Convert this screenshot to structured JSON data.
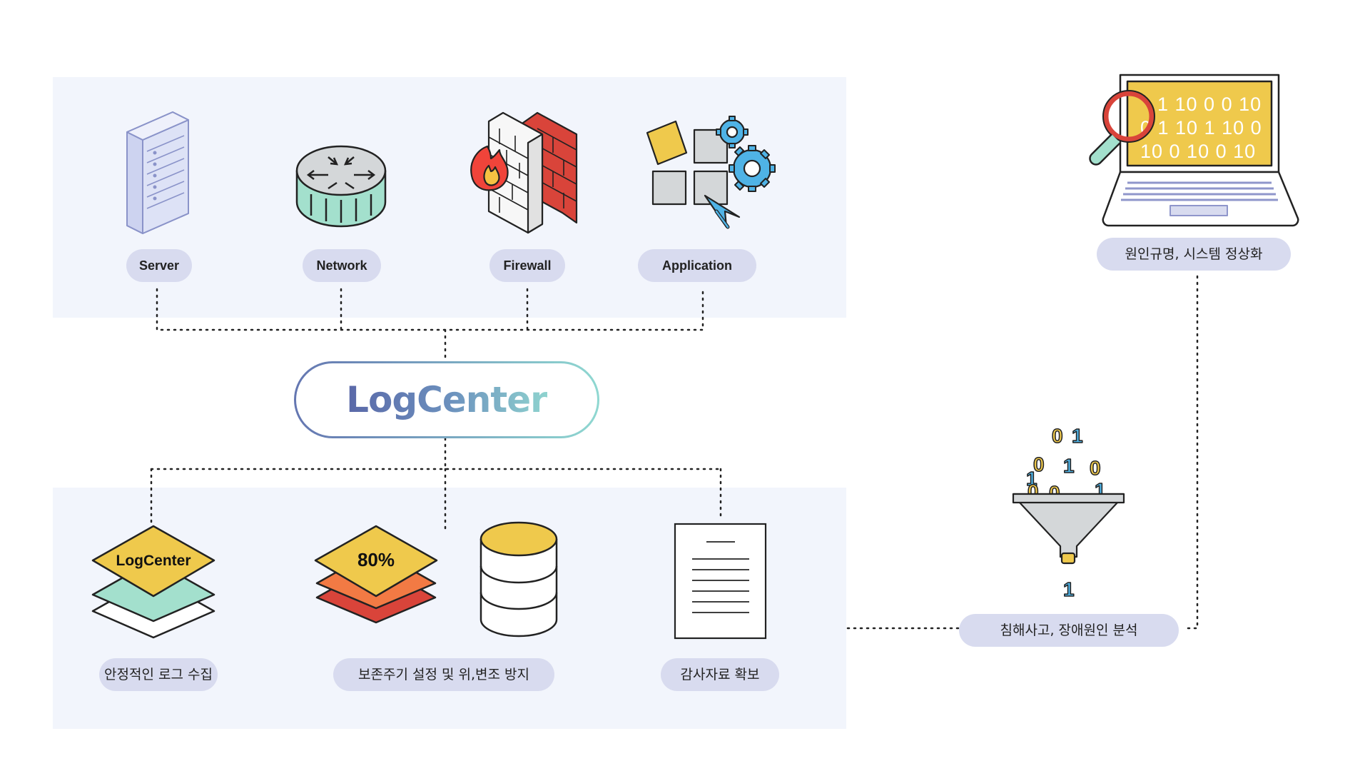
{
  "sources": [
    {
      "label": "Server",
      "icon": "server-rack-icon"
    },
    {
      "label": "Network",
      "icon": "network-router-icon"
    },
    {
      "label": "Firewall",
      "icon": "firewall-icon"
    },
    {
      "label": "Application",
      "icon": "application-gears-icon"
    }
  ],
  "hub": {
    "title": "LogCenter"
  },
  "functions": [
    {
      "label": "안정적인 로그 수집",
      "icon": "layered-stack-icon",
      "icon_text": "LogCenter"
    },
    {
      "label": "보존주기 설정 및 위,변조 방지",
      "icon": "retention-database-icon",
      "icon_text": "80%"
    },
    {
      "label": "감사자료 확보",
      "icon": "document-icon"
    }
  ],
  "analysis": {
    "label": "침해사고, 장애원인 분석",
    "icon": "funnel-icon",
    "binary_text": [
      "0",
      "1",
      "0",
      "1",
      "0",
      "1",
      "0",
      "1",
      "0"
    ]
  },
  "recovery": {
    "label": "원인규명, 시스템 정상화",
    "icon": "laptop-magnifier-icon",
    "screen_lines": [
      "1 10 0 0  10",
      "0 1 10  1 10 0",
      "10 0  10 0  10"
    ]
  },
  "colors": {
    "panel": "#f2f5fc",
    "pill": "#d8dbef",
    "yellow": "#efc94c",
    "mint": "#a3e0cd",
    "red": "#d9443a",
    "blue": "#4fb3e6",
    "gradient_start": "#5a68a8",
    "gradient_end": "#8fd3cf"
  }
}
